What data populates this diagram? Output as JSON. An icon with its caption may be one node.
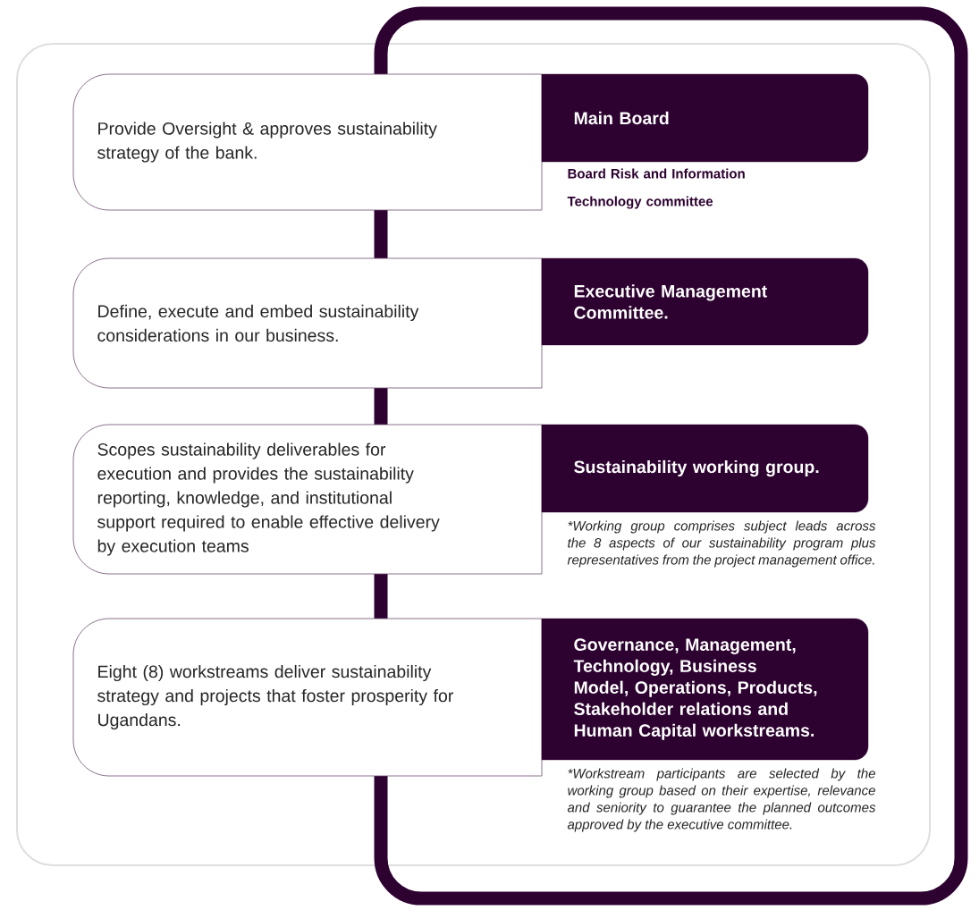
{
  "diagram": {
    "nodes": [
      {
        "text": [
          "Provide Oversight & approves sustainability strategy of the bank."
        ]
      },
      {
        "text": [
          "Main Board"
        ],
        "beside": [
          "Board Risk and Information Technology committee"
        ]
      },
      {
        "text": [
          "Define, execute and embed sustainability considerations in our business."
        ]
      },
      {
        "text": [
          "Executive Management Committee."
        ]
      },
      {
        "text": [
          "Scopes sustainability deliverables for execution and provides the sustainability reporting, knowledge, and institutional support required to enable effective delivery by execution teams"
        ]
      },
      {
        "text": [
          "Sustainability working group."
        ],
        "beside": [
          "*Working group comprises subject leads across the 8 aspects of our sustainability program plus representatives from the project management office."
        ]
      },
      {
        "text": [
          "Eight (8) workstreams deliver sustainability strategy and projects that foster prosperity for Ugandans."
        ]
      },
      {
        "text": [
          "Governance, Management, Technology, Business Model, Operations, Products, Stakeholder relations and Human Capital workstreams."
        ],
        "beside": [
          "*Workstream participants are selected by the working group based on their expertise, relevance and seniority to guarantee the planned outcomes approved by the executive committee."
        ]
      }
    ]
  }
}
